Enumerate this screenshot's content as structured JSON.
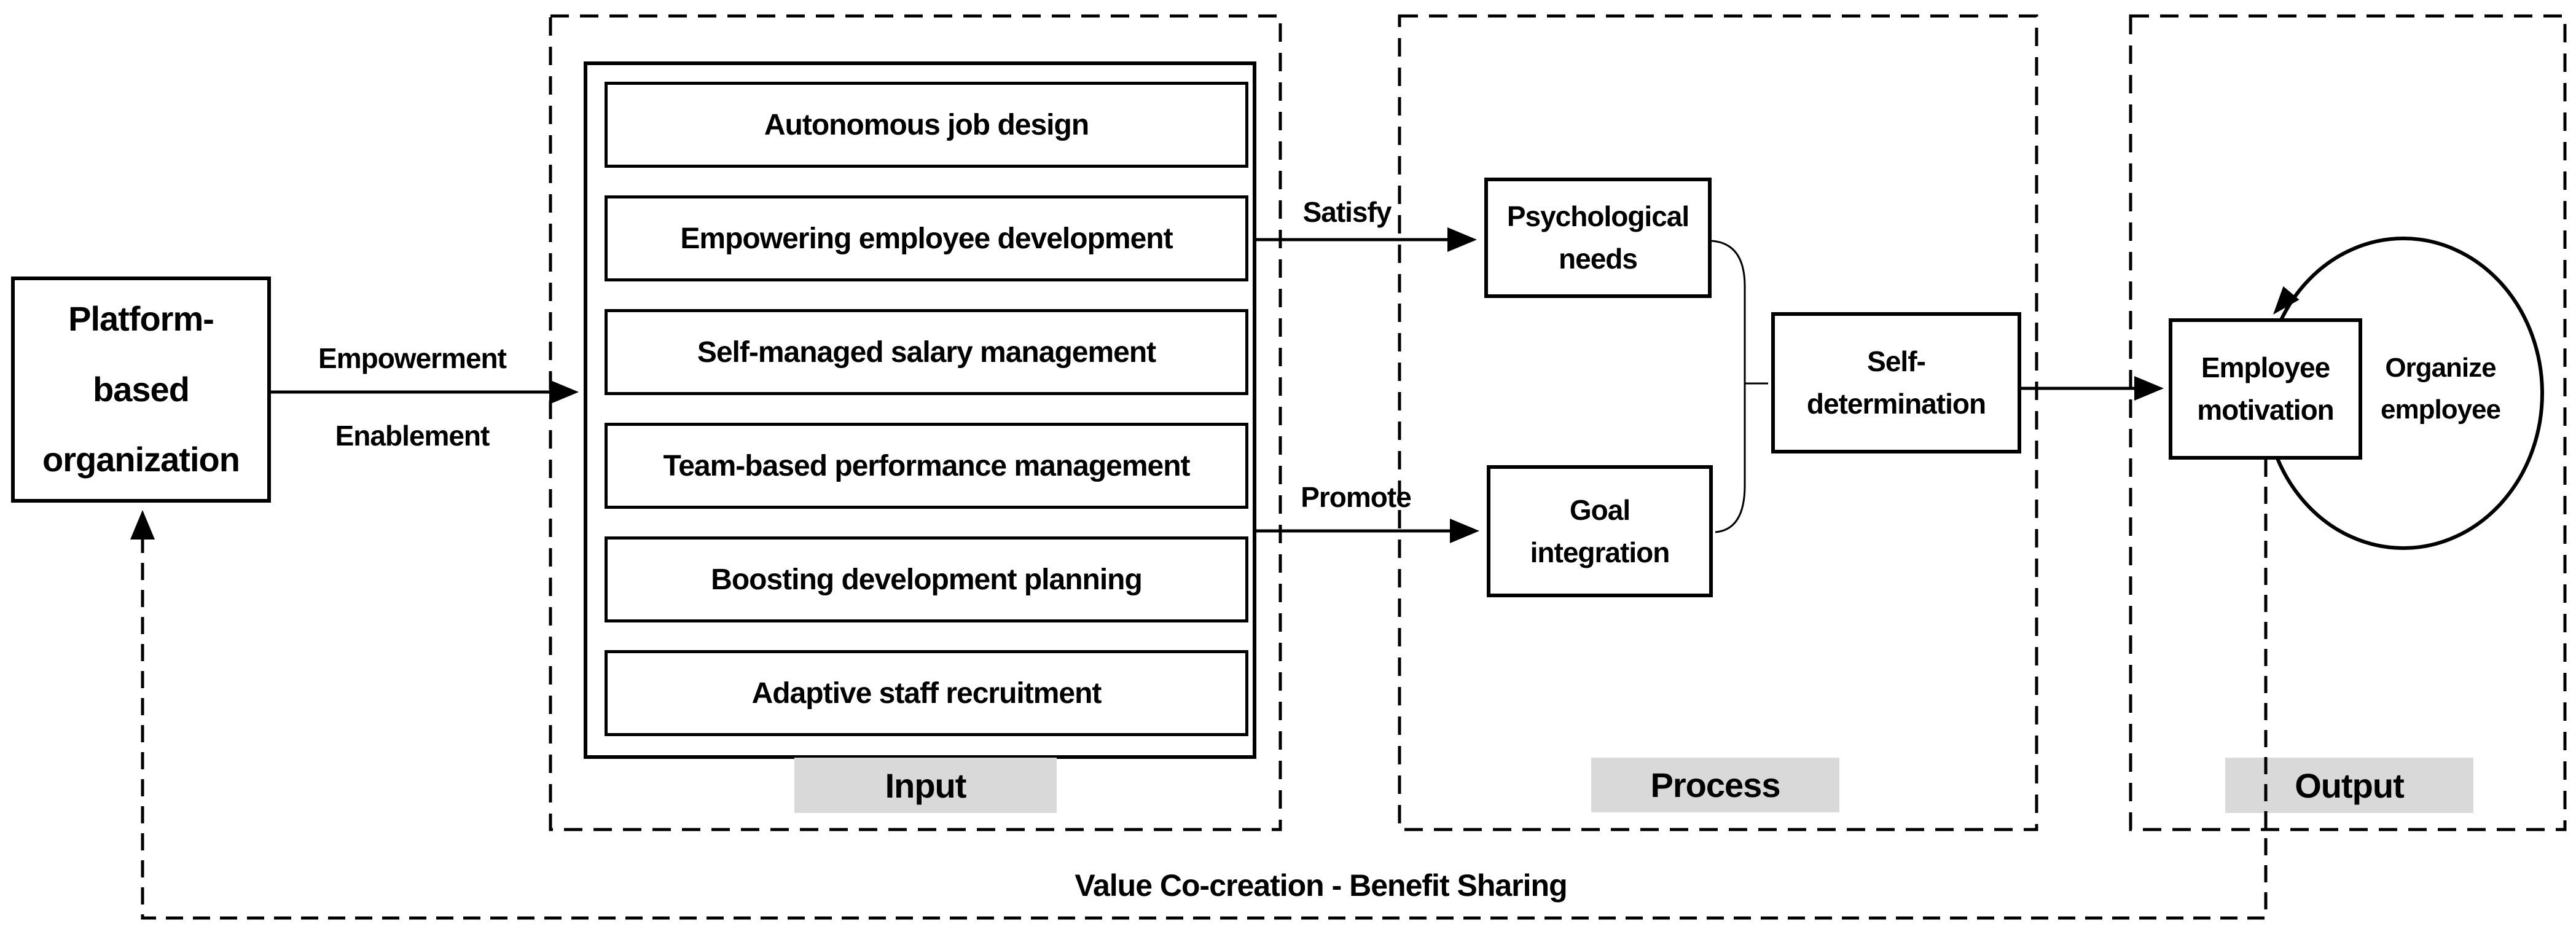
{
  "colors": {
    "background": "#ffffff",
    "line": "#000000",
    "section_label_bg": "#d9d9d9"
  },
  "source_box": {
    "lines": [
      "Platform-",
      "based",
      "organization"
    ]
  },
  "input_arrow": {
    "top_label": "Empowerment",
    "bottom_label": "Enablement"
  },
  "sections": {
    "input": {
      "label": "Input",
      "items": [
        "Autonomous job design",
        "Empowering employee development",
        "Self-managed salary management",
        "Team-based performance management",
        "Boosting development planning",
        "Adaptive staff recruitment"
      ]
    },
    "process": {
      "label": "Process",
      "satisfy_label": "Satisfy",
      "promote_label": "Promote",
      "psychological_needs": {
        "lines": [
          "Psychological",
          "needs"
        ]
      },
      "goal_integration": {
        "lines": [
          "Goal",
          "integration"
        ]
      },
      "self_determination": {
        "lines": [
          "Self-",
          "determination"
        ]
      }
    },
    "output": {
      "label": "Output",
      "employee_motivation": {
        "lines": [
          "Employee",
          "motivation"
        ]
      },
      "organize_employee": {
        "lines": [
          "Organize",
          "employee"
        ]
      }
    }
  },
  "feedback": {
    "label": "Value Co-creation - Benefit Sharing"
  }
}
